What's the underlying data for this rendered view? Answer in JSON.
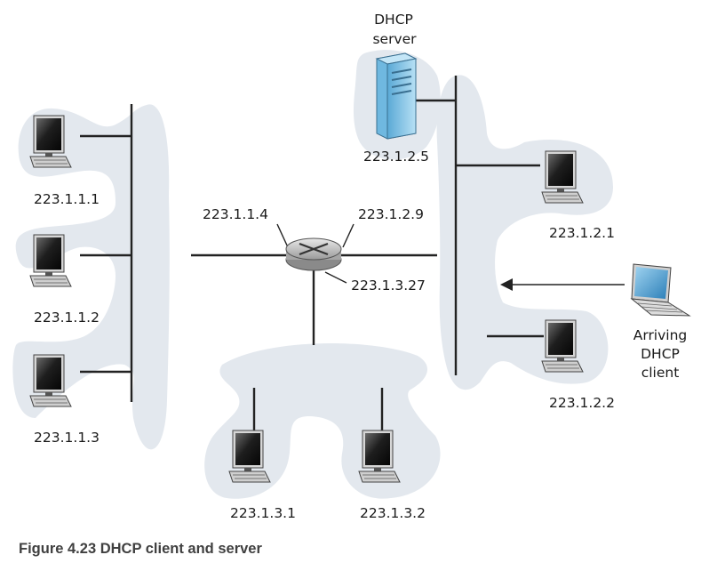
{
  "server": {
    "label_line1": "DHCP",
    "label_line2": "server",
    "ip": "223.1.2.5"
  },
  "subnet1": {
    "hosts": [
      "223.1.1.1",
      "223.1.1.2",
      "223.1.1.3"
    ]
  },
  "subnet2": {
    "hosts": [
      "223.1.2.1",
      "223.1.2.2"
    ]
  },
  "subnet3": {
    "hosts": [
      "223.1.3.1",
      "223.1.3.2"
    ]
  },
  "router": {
    "if1": "223.1.1.4",
    "if2": "223.1.2.9",
    "if3": "223.1.3.27"
  },
  "client": {
    "line1": "Arriving",
    "line2": "DHCP",
    "line3": "client"
  },
  "caption": "Figure 4.23 DHCP client and server",
  "colors": {
    "network_cloud": "#e3e8ee",
    "server_blue": "#8ec7e6",
    "link": "#222222"
  }
}
